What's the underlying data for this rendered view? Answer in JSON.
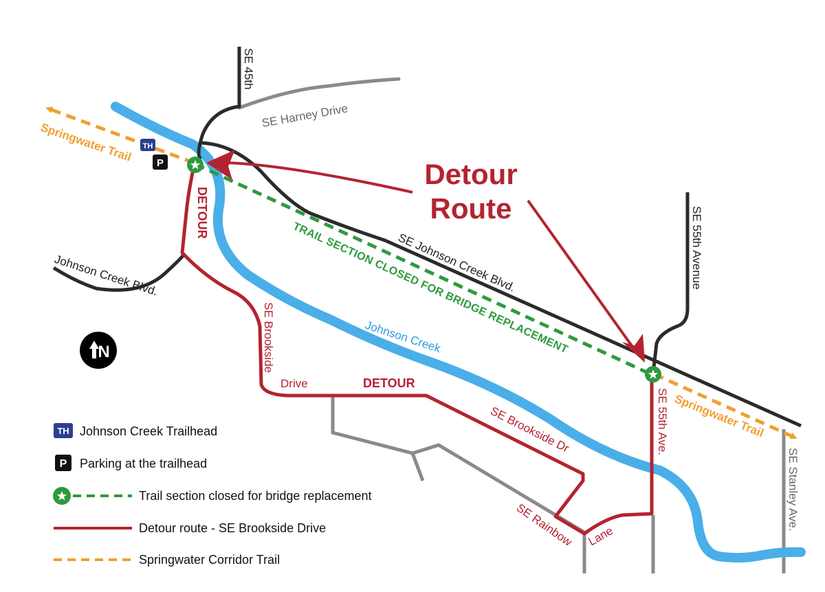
{
  "title": {
    "line1": "Detour",
    "line2": "Route"
  },
  "roads": {
    "se_45th": "SE 45th",
    "se_harney": "SE Harney Drive",
    "johnson_creek_blvd": "Johnson Creek Blvd.",
    "se_johnson_creek_blvd": "SE Johnson Creek Blvd.",
    "se_55th_avenue": "SE 55th Avenue",
    "se_55th_ave": "SE 55th Ave.",
    "se_stanley": "SE Stanley Ave.",
    "se_brookside_drive_a": "SE Brookside",
    "se_brookside_drive_b": "Drive",
    "se_brookside_dr": "SE Brookside Dr",
    "se_rainbow": "SE Rainbow",
    "lane": "Lane"
  },
  "water": {
    "johnson_creek": "Johnson Creek"
  },
  "trails": {
    "springwater_west": "Springwater Trail",
    "springwater_east": "Springwater Trail",
    "closed_section": "TRAIL SECTION CLOSED FOR BRIDGE REPLACEMENT"
  },
  "detour_labels": {
    "vertical": "DETOUR",
    "horizontal": "DETOUR"
  },
  "badges": {
    "trailhead": "TH",
    "parking": "P",
    "north": "N"
  },
  "legend": {
    "trailhead": "Johnson Creek Trailhead",
    "parking": "Parking at the trailhead",
    "closed": "Trail section closed for bridge replacement",
    "detour": "Detour route - SE Brookside Drive",
    "springwater": "Springwater Corridor Trail"
  },
  "colors": {
    "road": "#2b2b2b",
    "minor_road": "#8a8a8a",
    "creek": "#4aaee8",
    "detour": "#b32430",
    "springwater": "#f0a030",
    "closed_trail": "#2e9a3e",
    "trailhead_badge": "#2b3f8f"
  }
}
